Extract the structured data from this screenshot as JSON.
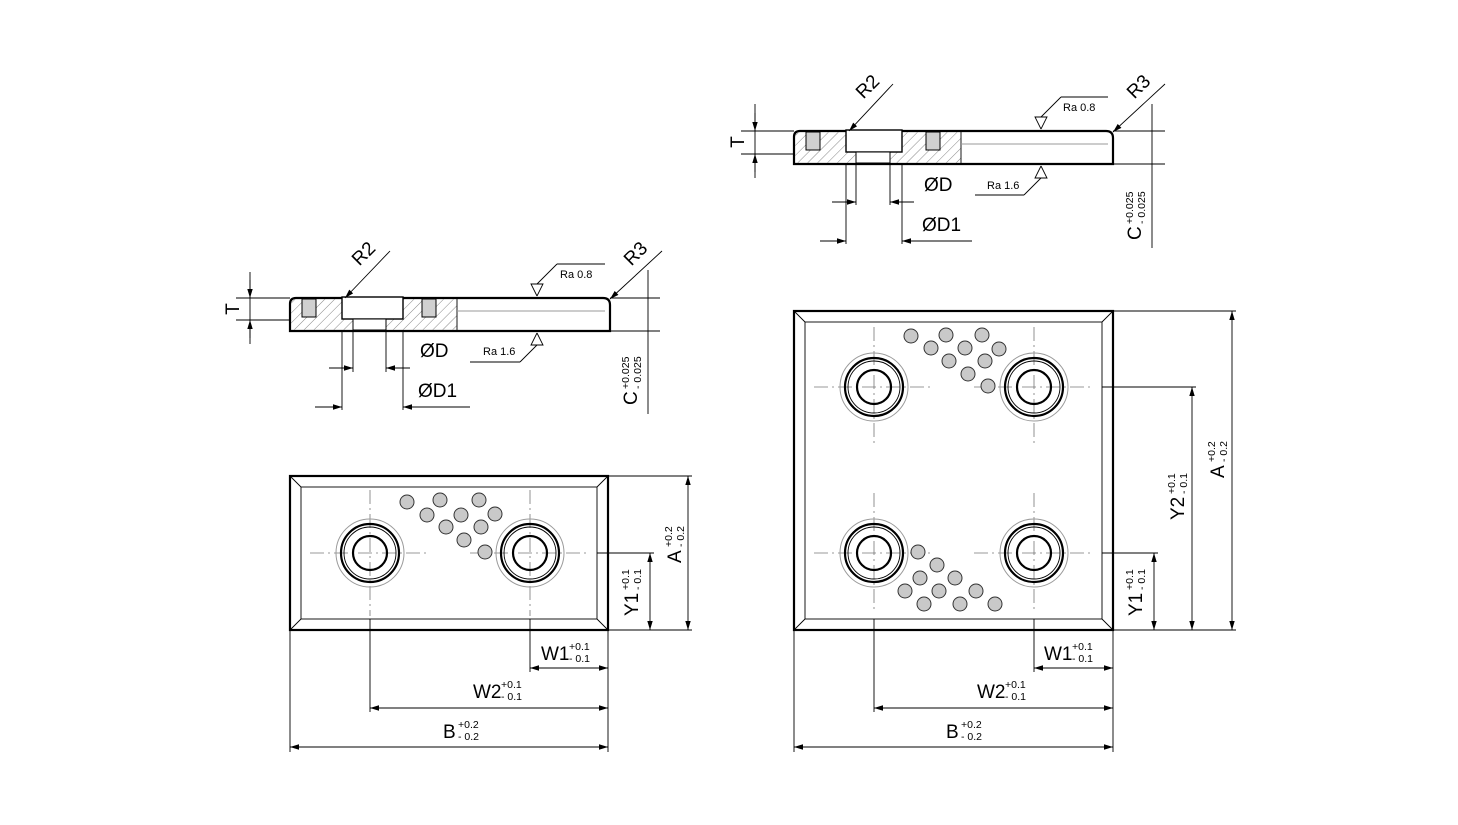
{
  "labels": {
    "t": "T",
    "r2": "R2",
    "r3": "R3",
    "od": "ØD",
    "od1": "ØD1",
    "ra08": "Ra 0.8",
    "ra16": "Ra 1.6",
    "c": "C",
    "c_tol_plus": "+0.025",
    "c_tol_minus": "- 0.025",
    "a": "A",
    "a_tol_plus": "+0.2",
    "a_tol_minus": "- 0.2",
    "b": "B",
    "b_tol_plus": "+0.2",
    "b_tol_minus": "- 0.2",
    "w1": "W1",
    "w1_tol_plus": "+0.1",
    "w1_tol_minus": "- 0.1",
    "w2": "W2",
    "w2_tol_plus": "+0.1",
    "w2_tol_minus": "- 0.1",
    "y1": "Y1",
    "y1_tol_plus": "+0.1",
    "y1_tol_minus": "- 0.1",
    "y2": "Y2",
    "y2_tol_plus": "+0.1",
    "y2_tol_minus": "- 0.1"
  }
}
